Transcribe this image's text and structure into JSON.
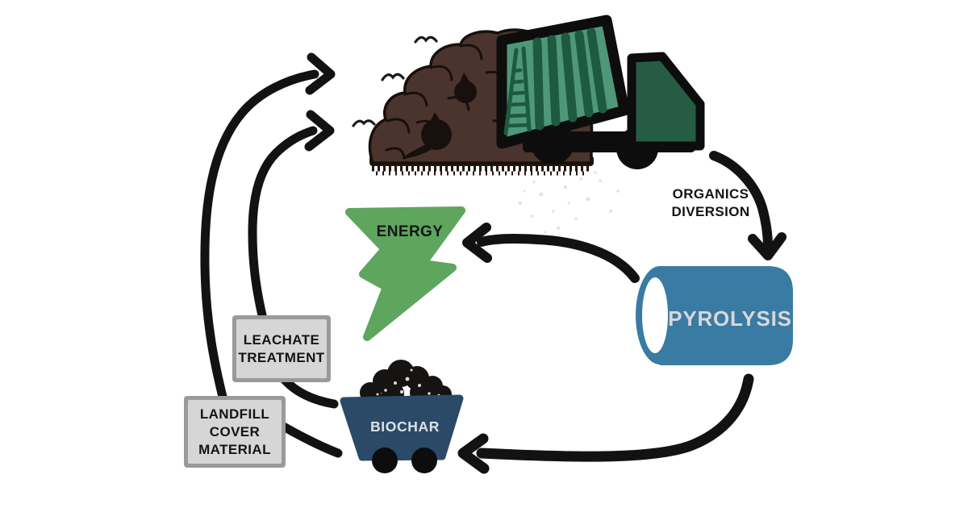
{
  "canvas": {
    "background": "#ffffff"
  },
  "landfill": {
    "pile_color": "#4b342d",
    "pile_shadow": "#241812",
    "outline": "#17100c"
  },
  "truck": {
    "bed_fill": "#4f977a",
    "stripe_fill": "#1d5a3f",
    "cab_fill": "#265c44",
    "outline": "#0d0d0d"
  },
  "birds": {
    "color": "#1a1a1a"
  },
  "speckles": {
    "color": "#dadada"
  },
  "energy": {
    "label": "ENERGY",
    "fill": "#5ea55e",
    "text_color": "#161616"
  },
  "pyrolysis": {
    "label": "PYROLYSIS",
    "fill": "#3a7ba4",
    "opening_color": "#ffffff",
    "text_color": "#d8d8d8"
  },
  "biochar": {
    "label": "BIOCHAR",
    "fill": "#2a4a68",
    "text_color": "#dde2e7",
    "wheel_color": "#0d0d0d",
    "coal_color": "#161412"
  },
  "leachate_box": {
    "lines": [
      "LEACHATE",
      "TREATMENT"
    ],
    "fill": "#d6d6d6",
    "border": "#9a9a9a",
    "text_color": "#141414"
  },
  "landfill_cover_box": {
    "lines": [
      "LANDFILL",
      "COVER",
      "MATERIAL"
    ],
    "fill": "#d6d6d6",
    "border": "#9a9a9a",
    "text_color": "#141414"
  },
  "organics_diversion": {
    "lines": [
      "ORGANICS",
      "DIVERSION"
    ],
    "text_color": "#141414"
  },
  "arrows": {
    "color": "#121212"
  }
}
